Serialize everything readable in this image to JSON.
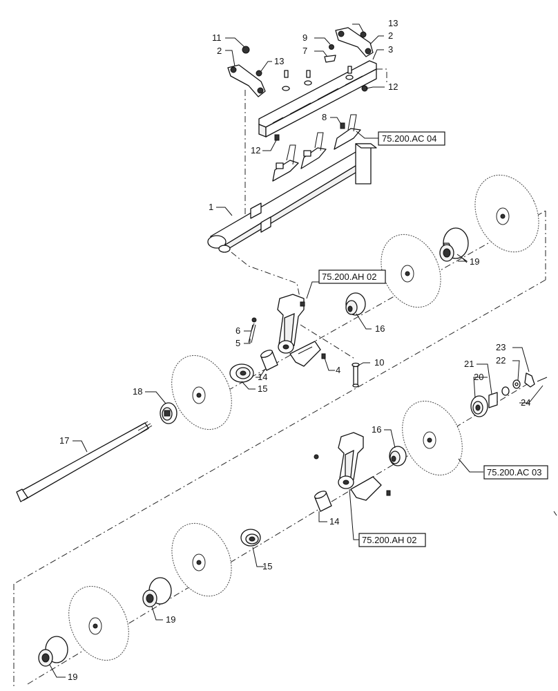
{
  "callouts": {
    "c1": "1",
    "c2a": "2",
    "c2b": "2",
    "c3": "3",
    "c4": "4",
    "c5": "5",
    "c6": "6",
    "c7": "7",
    "c8": "8",
    "c9": "9",
    "c10": "10",
    "c11": "11",
    "c12a": "12",
    "c12b": "12",
    "c13a": "13",
    "c13b": "13",
    "c14a": "14",
    "c14b": "14",
    "c15a": "15",
    "c15b": "15",
    "c16a": "16",
    "c16b": "16",
    "c17": "17",
    "c18": "18",
    "c19a": "19",
    "c19b": "19",
    "c19c": "19",
    "c20": "20",
    "c21": "21",
    "c22": "22",
    "c23": "23",
    "c24": "24"
  },
  "references": {
    "ac04": "75.200.AC 04",
    "ah02_top": "75.200.AH 02",
    "ac03": "75.200.AC 03",
    "ah02_bottom": "75.200.AH 02"
  }
}
